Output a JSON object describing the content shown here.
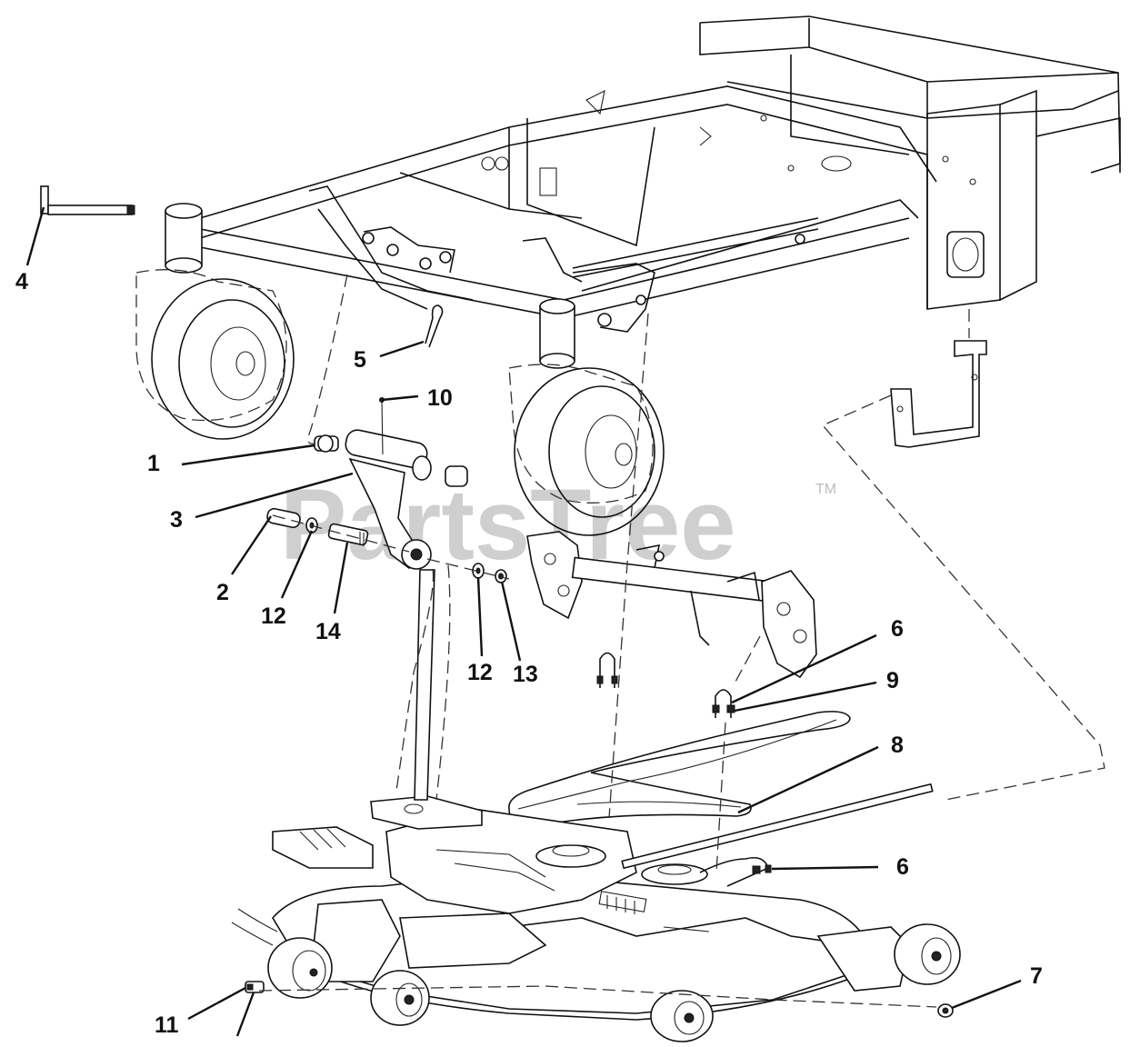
{
  "watermark": {
    "text": "PartsTree",
    "trademark": "TM"
  },
  "callouts": [
    {
      "id": "c4",
      "label": "4"
    },
    {
      "id": "c5",
      "label": "5"
    },
    {
      "id": "c10",
      "label": "10"
    },
    {
      "id": "c1",
      "label": "1"
    },
    {
      "id": "c3",
      "label": "3"
    },
    {
      "id": "c2",
      "label": "2"
    },
    {
      "id": "c12a",
      "label": "12"
    },
    {
      "id": "c14",
      "label": "14"
    },
    {
      "id": "c12b",
      "label": "12"
    },
    {
      "id": "c13",
      "label": "13"
    },
    {
      "id": "c6a",
      "label": "6"
    },
    {
      "id": "c9",
      "label": "9"
    },
    {
      "id": "c8",
      "label": "8"
    },
    {
      "id": "c6b",
      "label": "6"
    },
    {
      "id": "c7",
      "label": "7"
    },
    {
      "id": "c11",
      "label": "11"
    }
  ]
}
